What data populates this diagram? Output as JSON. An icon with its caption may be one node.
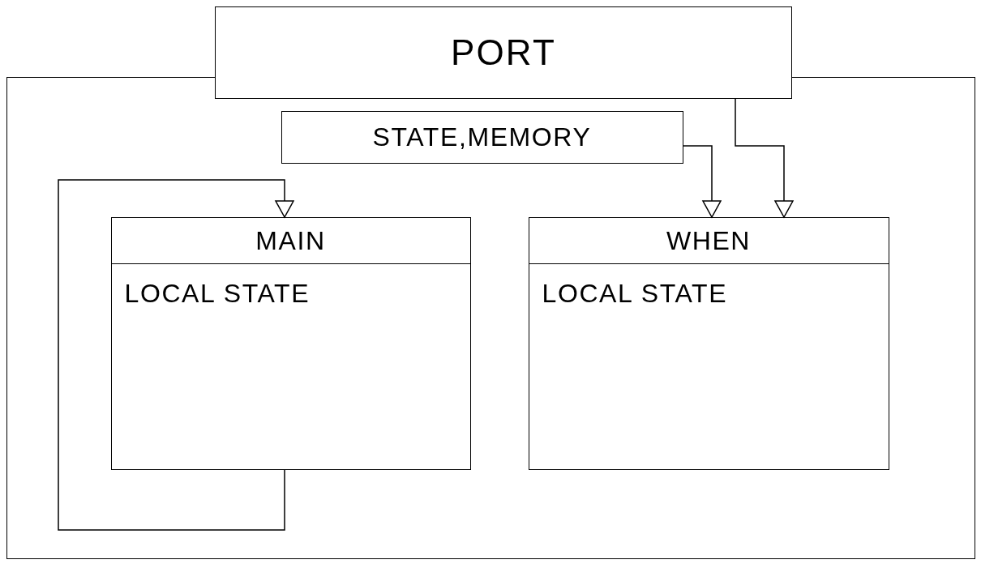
{
  "diagram": {
    "nodes": [
      {
        "text": [
          "PORT"
        ]
      },
      {
        "text": [],
        "shape": "box"
      },
      {
        "text": [
          "STATE,MEMORY"
        ],
        "in": 1
      },
      {
        "text": [
          "MAIN",
          "LOCAL STATE"
        ],
        "in": 1
      },
      {
        "text": [
          "WHEN",
          "LOCAL STATE"
        ],
        "in": 1
      }
    ],
    "edges": [
      {
        "from": 0,
        "to": 4,
        "arrow": "to"
      },
      {
        "from": 2,
        "to": 4,
        "arrow": "to"
      },
      {
        "from": 3,
        "to": 3,
        "arrow": "to"
      }
    ]
  }
}
